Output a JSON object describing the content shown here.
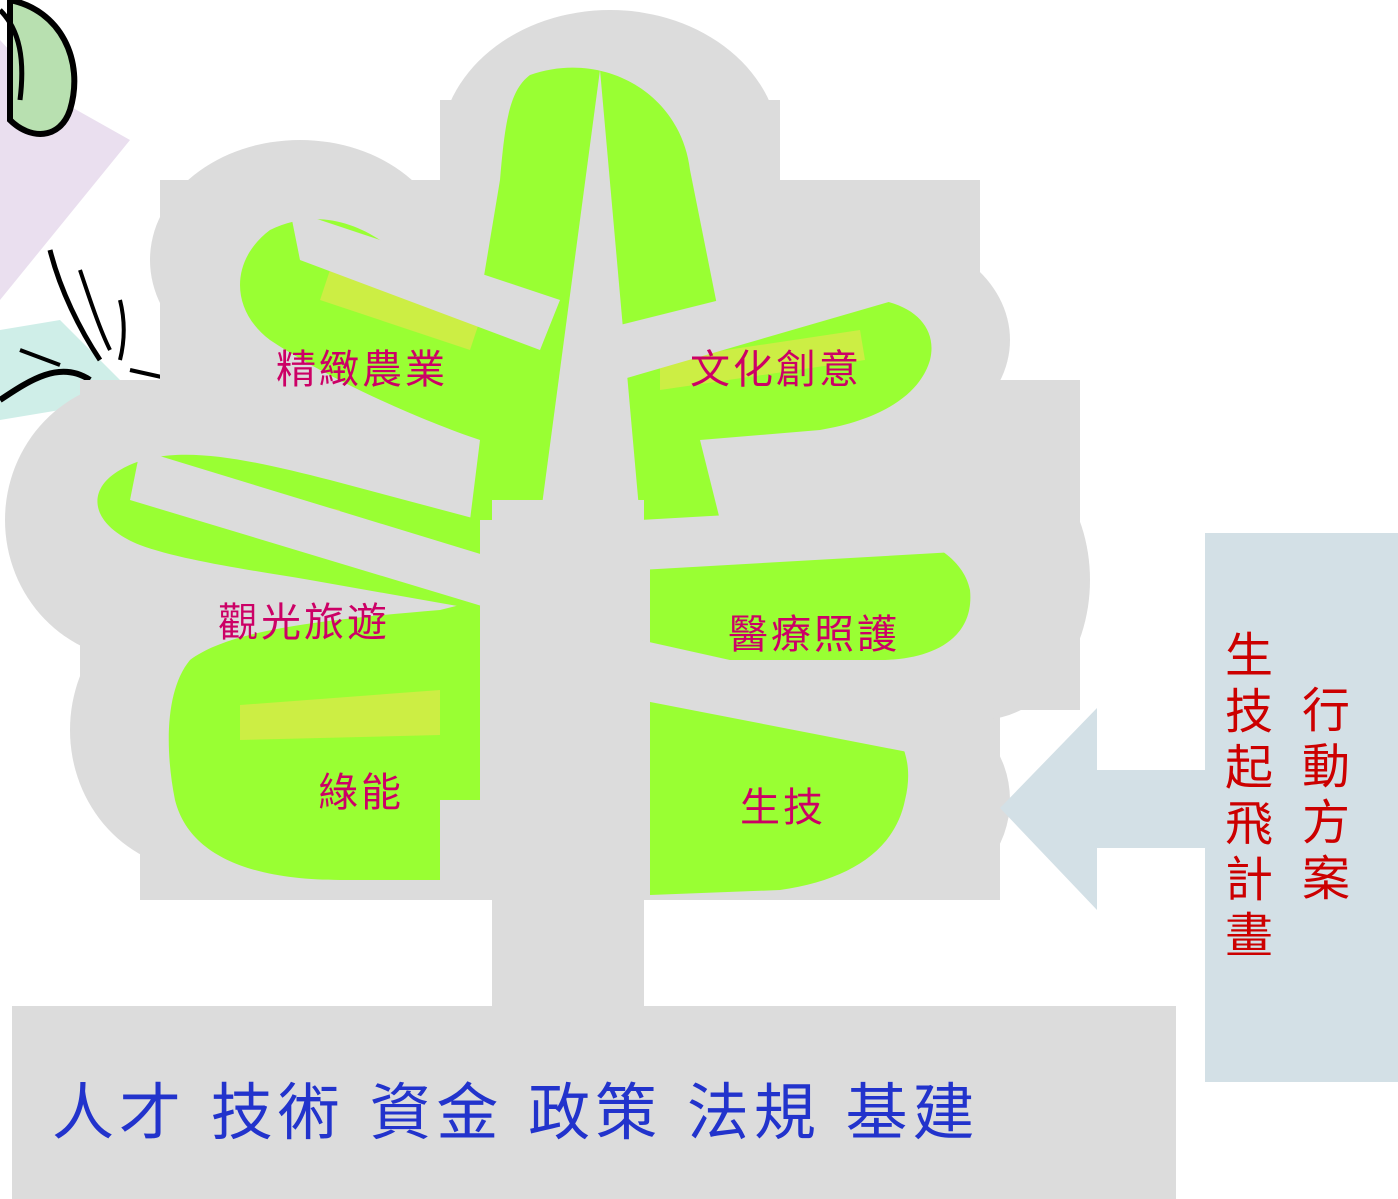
{
  "branches": [
    {
      "label": "精緻農業"
    },
    {
      "label": "文化創意"
    },
    {
      "label": "觀光旅遊"
    },
    {
      "label": "醫療照護"
    },
    {
      "label": "綠能"
    },
    {
      "label": "生技"
    }
  ],
  "foundation": {
    "text": "人才 技術 資金 政策 法規 基建"
  },
  "side_panel": {
    "col1": [
      "生",
      "技",
      "起",
      "飛",
      "計",
      "畫"
    ],
    "col2": [
      "行",
      "動",
      "方",
      "案"
    ]
  },
  "colors": {
    "leaf": "#99ff33",
    "leaf_light": "#ccee44",
    "trunk": "#dcdcdc",
    "branch_text": "#cc0066",
    "base_text": "#2233cc",
    "side_text": "#cc0000",
    "panel": "#d3e0e6"
  }
}
